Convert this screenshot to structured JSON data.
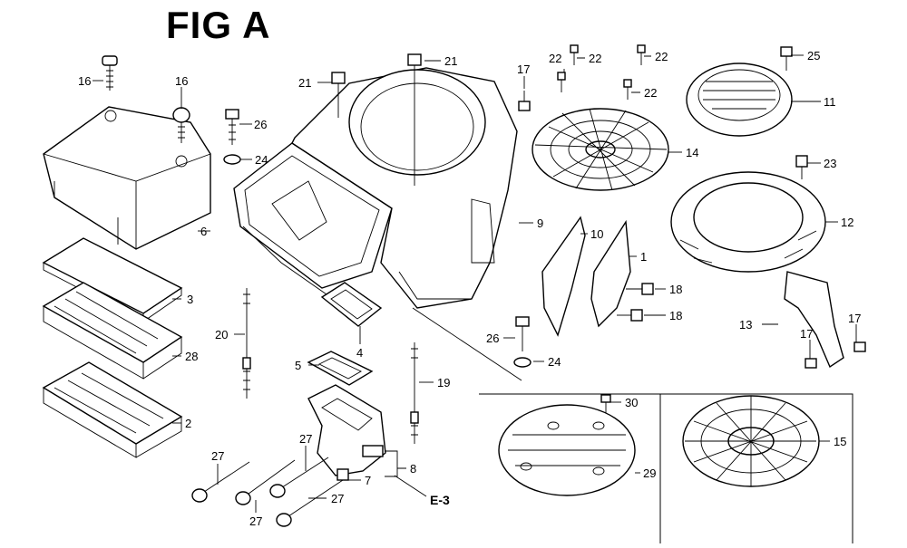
{
  "figure": {
    "title": "FIG A"
  },
  "callouts": [
    {
      "id": "c16a",
      "text": "16"
    },
    {
      "id": "c16b",
      "text": "16"
    },
    {
      "id": "c6",
      "text": "6"
    },
    {
      "id": "c3",
      "text": "3"
    },
    {
      "id": "c28",
      "text": "28"
    },
    {
      "id": "c2",
      "text": "2"
    },
    {
      "id": "c26a",
      "text": "26"
    },
    {
      "id": "c24a",
      "text": "24"
    },
    {
      "id": "c21a",
      "text": "21"
    },
    {
      "id": "c21b",
      "text": "21"
    },
    {
      "id": "c17a",
      "text": "17"
    },
    {
      "id": "c22a",
      "text": "22"
    },
    {
      "id": "c22b",
      "text": "22"
    },
    {
      "id": "c22c",
      "text": "22"
    },
    {
      "id": "c22d",
      "text": "22"
    },
    {
      "id": "c25",
      "text": "25"
    },
    {
      "id": "c11",
      "text": "11"
    },
    {
      "id": "c14",
      "text": "14"
    },
    {
      "id": "c23",
      "text": "23"
    },
    {
      "id": "c12",
      "text": "12"
    },
    {
      "id": "c9",
      "text": "9"
    },
    {
      "id": "c10",
      "text": "10"
    },
    {
      "id": "c1",
      "text": "1"
    },
    {
      "id": "c18a",
      "text": "18"
    },
    {
      "id": "c18b",
      "text": "18"
    },
    {
      "id": "c13",
      "text": "13"
    },
    {
      "id": "c17b",
      "text": "17"
    },
    {
      "id": "c17c",
      "text": "17"
    },
    {
      "id": "c20",
      "text": "20"
    },
    {
      "id": "c4",
      "text": "4"
    },
    {
      "id": "c5",
      "text": "5"
    },
    {
      "id": "c19",
      "text": "19"
    },
    {
      "id": "c26b",
      "text": "26"
    },
    {
      "id": "c24b",
      "text": "24"
    },
    {
      "id": "c27a",
      "text": "27"
    },
    {
      "id": "c27b",
      "text": "27"
    },
    {
      "id": "c27c",
      "text": "27"
    },
    {
      "id": "c27d",
      "text": "27"
    },
    {
      "id": "c7",
      "text": "7"
    },
    {
      "id": "c8",
      "text": "8"
    },
    {
      "id": "ce3",
      "text": "E-3"
    },
    {
      "id": "c30",
      "text": "30"
    },
    {
      "id": "c29",
      "text": "29"
    },
    {
      "id": "c15",
      "text": "15"
    }
  ]
}
